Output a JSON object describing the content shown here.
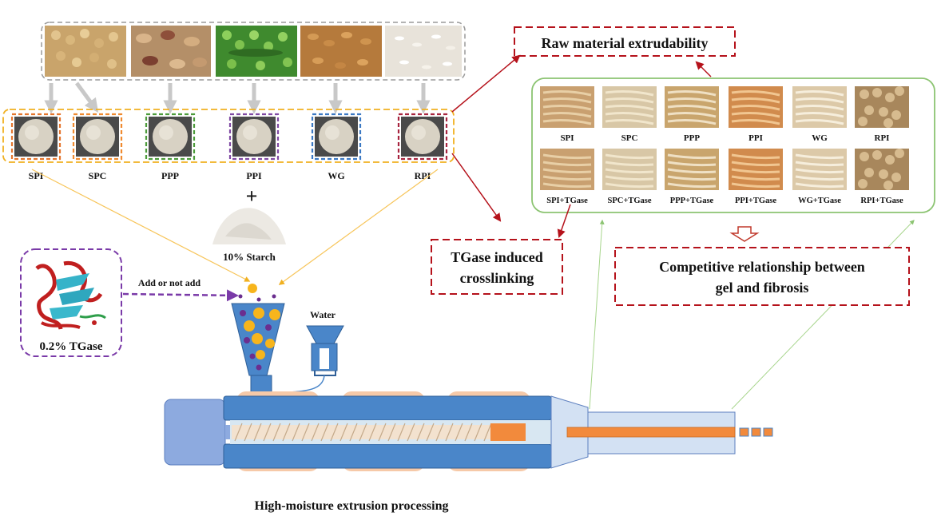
{
  "raw_materials": {
    "powders": [
      {
        "label": "SPI",
        "color": "#e4752d"
      },
      {
        "label": "SPC",
        "color": "#ef8a2f"
      },
      {
        "label": "PPP",
        "color": "#4c9b3a"
      },
      {
        "label": "PPI",
        "color": "#7f49a3"
      },
      {
        "label": "WG",
        "color": "#3b78c3"
      },
      {
        "label": "RPI",
        "color": "#a8253f"
      }
    ],
    "plus_sign": "+",
    "starch_label": "10% Starch"
  },
  "enzyme": {
    "label": "0.2% TGase",
    "arrow_label": "Add or not add"
  },
  "process": {
    "water_label": "Water",
    "title": "High-moisture extrusion processing"
  },
  "callouts": {
    "extrudability": "Raw material extrudability",
    "tgase_line1": "TGase induced",
    "tgase_line2": "crosslinking",
    "competitive_line1": "Competitive relationship between",
    "competitive_line2": "gel and fibrosis"
  },
  "extrudate_grid": {
    "row1": [
      "SPI",
      "SPC",
      "PPP",
      "PPI",
      "WG",
      "RPI"
    ],
    "row2": [
      "SPI+TGase",
      "SPC+TGase",
      "PPP+TGase",
      "PPI+TGase",
      "WG+TGase",
      "RPI+TGase"
    ]
  },
  "colors": {
    "barrel": "#4a86c9",
    "screw": "#f28a3c",
    "heater": "#f6c9a8",
    "callout_border": "#b5121b",
    "dashed_frame": "#f0b020",
    "enzyme_frame": "#7a3aa8",
    "grid_frame": "#8cc472"
  }
}
